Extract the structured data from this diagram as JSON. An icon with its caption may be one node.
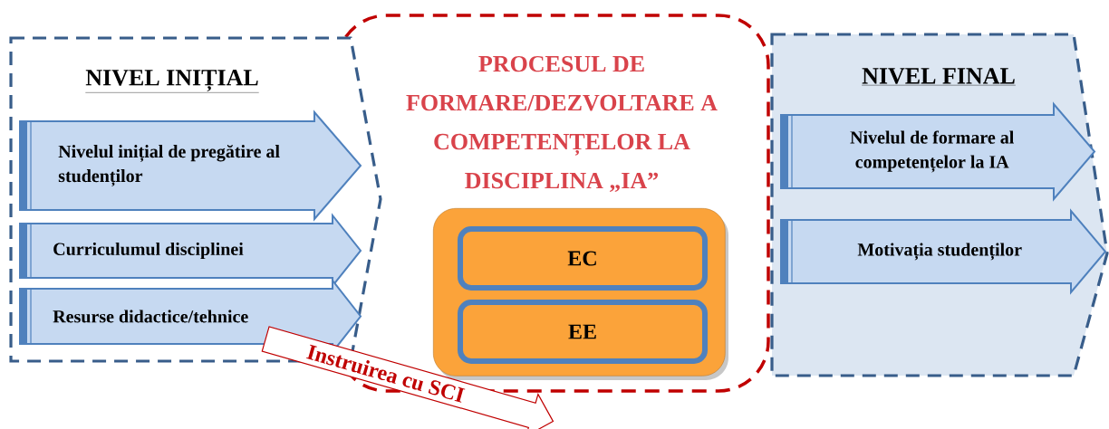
{
  "diagram": {
    "nodes": [
      {
        "text": [
          "NIVEL INIȚIAL"
        ]
      },
      {
        "text": [
          "Nivelul inițial de pregătire al studenților"
        ],
        "in": 0
      },
      {
        "text": [
          "Curriculumul disciplinei"
        ],
        "in": 0
      },
      {
        "text": [
          "Resurse didactice/tehnice"
        ],
        "in": 0
      },
      {
        "text": [
          "PROCESUL DE FORMARE/DEZVOLTARE A COMPETENȚELOR LA DISCIPLINA „IA”"
        ]
      },
      {
        "text": [],
        "shape": "box",
        "in": 4
      },
      {
        "text": [
          "EC"
        ],
        "in": 5
      },
      {
        "text": [
          "EE"
        ],
        "in": 5
      },
      {
        "text": [
          "NIVEL FINAL"
        ]
      },
      {
        "text": [
          "Nivelul de formare al competențelor la IA"
        ],
        "in": 8
      },
      {
        "text": [
          "Motivația studenților"
        ],
        "in": 8
      },
      {
        "text": [
          "Instruirea cu SCI"
        ]
      }
    ]
  }
}
